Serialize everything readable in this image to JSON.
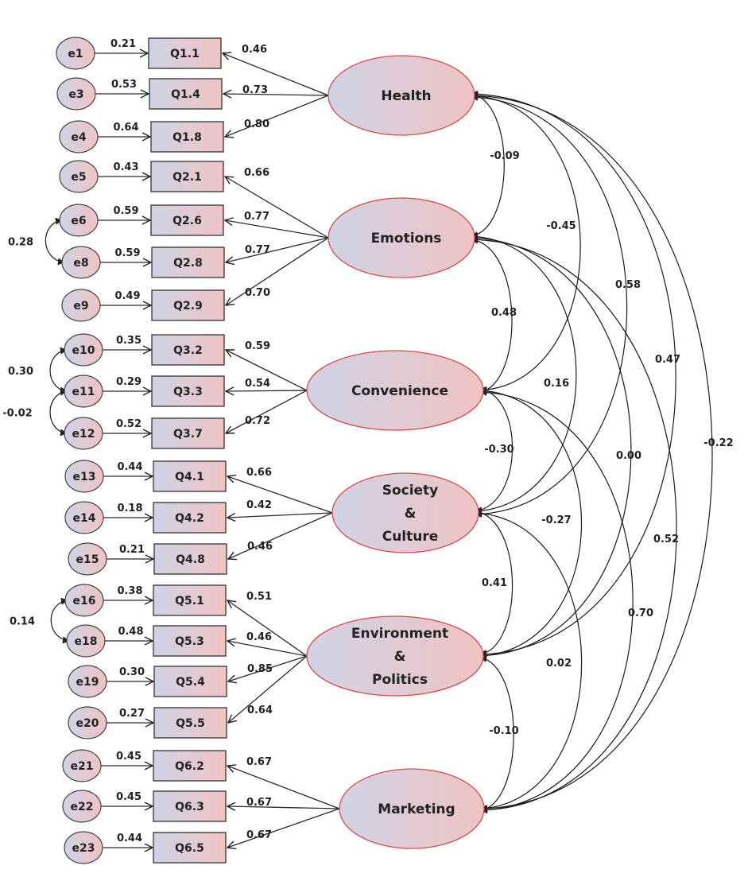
{
  "title": "Structural equation model: measurement model with correlated latent factors",
  "colors": {
    "node_grad_left": "#cfd3e6",
    "node_grad_right": "#f0c3c3",
    "latent_stroke": "#d94a4a",
    "indicator_stroke": "#333333",
    "line": "#222222"
  },
  "latents": [
    {
      "id": "health",
      "label_lines": [
        "Health"
      ]
    },
    {
      "id": "emotions",
      "label_lines": [
        "Emotions"
      ]
    },
    {
      "id": "convenience",
      "label_lines": [
        "Convenience"
      ]
    },
    {
      "id": "society",
      "label_lines": [
        "Society",
        "&",
        "Culture"
      ]
    },
    {
      "id": "environment",
      "label_lines": [
        "Environment",
        "&",
        "Politics"
      ]
    },
    {
      "id": "marketing",
      "label_lines": [
        "Marketing"
      ]
    }
  ],
  "indicators": [
    {
      "item": "Q1.1",
      "error": "e1",
      "error_weight": "0.21",
      "loading": "0.46",
      "latent": "health"
    },
    {
      "item": "Q1.4",
      "error": "e3",
      "error_weight": "0.53",
      "loading": "0.73",
      "latent": "health"
    },
    {
      "item": "Q1.8",
      "error": "e4",
      "error_weight": "0.64",
      "loading": "0.80",
      "latent": "health"
    },
    {
      "item": "Q2.1",
      "error": "e5",
      "error_weight": "0.43",
      "loading": "0.66",
      "latent": "emotions"
    },
    {
      "item": "Q2.6",
      "error": "e6",
      "error_weight": "0.59",
      "loading": "0.77",
      "latent": "emotions"
    },
    {
      "item": "Q2.8",
      "error": "e8",
      "error_weight": "0.59",
      "loading": "0.77",
      "latent": "emotions"
    },
    {
      "item": "Q2.9",
      "error": "e9",
      "error_weight": "0.49",
      "loading": "0.70",
      "latent": "emotions"
    },
    {
      "item": "Q3.2",
      "error": "e10",
      "error_weight": "0.35",
      "loading": "0.59",
      "latent": "convenience"
    },
    {
      "item": "Q3.3",
      "error": "e11",
      "error_weight": "0.29",
      "loading": "0.54",
      "latent": "convenience"
    },
    {
      "item": "Q3.7",
      "error": "e12",
      "error_weight": "0.52",
      "loading": "0.72",
      "latent": "convenience"
    },
    {
      "item": "Q4.1",
      "error": "e13",
      "error_weight": "0.44",
      "loading": "0.66",
      "latent": "society"
    },
    {
      "item": "Q4.2",
      "error": "e14",
      "error_weight": "0.18",
      "loading": "0.42",
      "latent": "society"
    },
    {
      "item": "Q4.8",
      "error": "e15",
      "error_weight": "0.21",
      "loading": "0.46",
      "latent": "society"
    },
    {
      "item": "Q5.1",
      "error": "e16",
      "error_weight": "0.38",
      "loading": "0.51",
      "latent": "environment"
    },
    {
      "item": "Q5.3",
      "error": "e18",
      "error_weight": "0.48",
      "loading": "0.46",
      "latent": "environment"
    },
    {
      "item": "Q5.4",
      "error": "e19",
      "error_weight": "0.30",
      "loading": "0.85",
      "latent": "environment"
    },
    {
      "item": "Q5.5",
      "error": "e20",
      "error_weight": "0.27",
      "loading": "0.64",
      "latent": "environment"
    },
    {
      "item": "Q6.2",
      "error": "e21",
      "error_weight": "0.45",
      "loading": "0.67",
      "latent": "marketing"
    },
    {
      "item": "Q6.3",
      "error": "e22",
      "error_weight": "0.45",
      "loading": "0.67",
      "latent": "marketing"
    },
    {
      "item": "Q6.5",
      "error": "e23",
      "error_weight": "0.44",
      "loading": "0.67",
      "latent": "marketing"
    }
  ],
  "error_covariances": [
    {
      "from": "e6",
      "to": "e8",
      "value": "0.28"
    },
    {
      "from": "e10",
      "to": "e11",
      "value": "0.30"
    },
    {
      "from": "e11",
      "to": "e12",
      "value": "-0.02"
    },
    {
      "from": "e16",
      "to": "e18",
      "value": "0.14"
    }
  ],
  "latent_correlations": [
    {
      "from": "health",
      "to": "emotions",
      "value": "-0.09"
    },
    {
      "from": "health",
      "to": "convenience",
      "value": "-0.45"
    },
    {
      "from": "health",
      "to": "society",
      "value": "0.58"
    },
    {
      "from": "health",
      "to": "environment",
      "value": "0.47"
    },
    {
      "from": "health",
      "to": "marketing",
      "value": "-0.22"
    },
    {
      "from": "emotions",
      "to": "convenience",
      "value": "0.48"
    },
    {
      "from": "emotions",
      "to": "society",
      "value": "0.16"
    },
    {
      "from": "emotions",
      "to": "environment",
      "value": "0.00"
    },
    {
      "from": "emotions",
      "to": "marketing",
      "value": "0.52"
    },
    {
      "from": "convenience",
      "to": "society",
      "value": "-0.30"
    },
    {
      "from": "convenience",
      "to": "environment",
      "value": "-0.27"
    },
    {
      "from": "convenience",
      "to": "marketing",
      "value": "0.70"
    },
    {
      "from": "society",
      "to": "environment",
      "value": "0.41"
    },
    {
      "from": "society",
      "to": "marketing",
      "value": "0.02"
    },
    {
      "from": "environment",
      "to": "marketing",
      "value": "-0.10"
    }
  ]
}
